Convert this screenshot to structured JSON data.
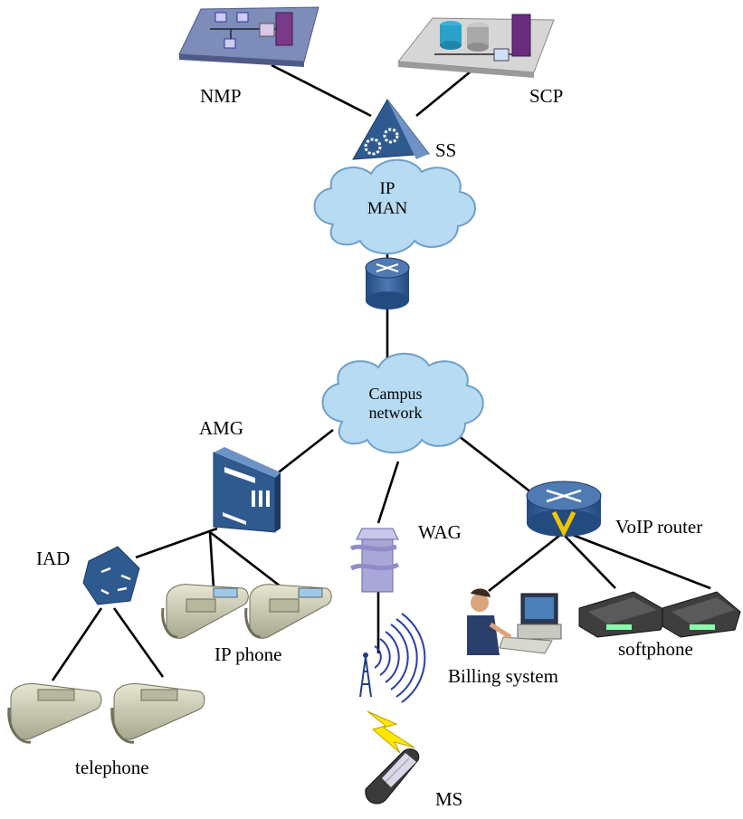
{
  "labels": {
    "nmp": "NMP",
    "scp": "SCP",
    "ss": "SS",
    "ip_man_line1": "IP",
    "ip_man_line2": "MAN",
    "campus_line1": "Campus",
    "campus_line2": "network",
    "amg": "AMG",
    "wag": "WAG",
    "voip_router": "VoIP router",
    "iad": "IAD",
    "ip_phone": "IP phone",
    "billing_system": "Billing system",
    "softphone": "softphone",
    "telephone": "telephone",
    "ms": "MS"
  },
  "colors": {
    "line": "#000000",
    "cloud_fill": "#b6dbf2",
    "cloud_stroke": "#6f9fc8",
    "device_dark": "#2f5a90",
    "device_mid": "#4f7ab3",
    "device_light": "#8fb2dd",
    "phone_body": "#cfcfb7",
    "phone_dark": "#7a7a62",
    "wag_fill": "#a9a6d8",
    "lightning": "#ffe800"
  }
}
